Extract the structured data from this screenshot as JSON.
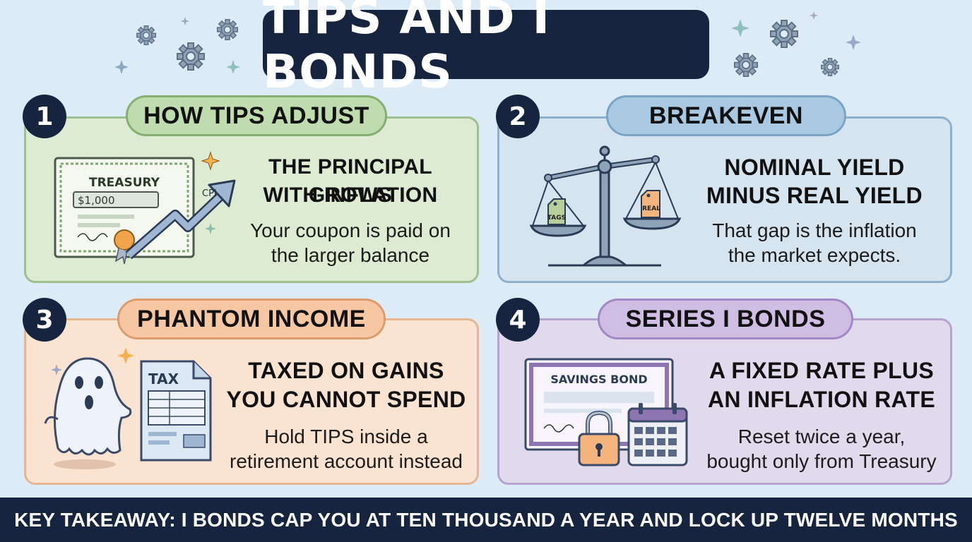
{
  "title": "TIPS AND I BONDS",
  "colors": {
    "navy": "#17243f",
    "green_panel": "#ddebd3",
    "blue_panel": "#d6e4f0",
    "orange_panel": "#fbe3d1",
    "purple_panel": "#e1d9ec"
  },
  "decorations": [
    "gear-icon",
    "sparkle-icon"
  ],
  "panels": [
    {
      "number": "1",
      "label": "HOW TIPS ADJUST",
      "heading_line1": "THE PRINCIPAL GROWS",
      "heading_line2": "WITH INFLATION",
      "body_line1": "Your coupon is paid on",
      "body_line2": "the larger balance",
      "illustration": {
        "icon": "treasury-certificate-icon",
        "cert_title": "TREASURY",
        "cert_amount": "$1,000",
        "arrow_label": "CPI"
      }
    },
    {
      "number": "2",
      "label": "BREAKEVEN",
      "heading_line1": "NOMINAL YIELD",
      "heading_line2": "MINUS REAL YIELD",
      "body_line1": "That gap is the inflation",
      "body_line2": "the market expects.",
      "illustration": {
        "icon": "balance-scale-icon",
        "left_tag": "TAGS",
        "right_tag": "REAL"
      }
    },
    {
      "number": "3",
      "label": "PHANTOM INCOME",
      "heading_line1": "TAXED ON GAINS",
      "heading_line2": "YOU CANNOT SPEND",
      "body_line1": "Hold TIPS inside a",
      "body_line2": "retirement account instead",
      "illustration": {
        "icon": "ghost-icon",
        "doc_title": "TAX"
      }
    },
    {
      "number": "4",
      "label": "SERIES I BONDS",
      "heading_line1": "A FIXED RATE PLUS",
      "heading_line2": "AN INFLATION RATE",
      "body_line1": "Reset twice a year,",
      "body_line2": "bought only from Treasury",
      "illustration": {
        "icon": "savings-bond-icon",
        "bond_title": "SAVINGS BOND"
      }
    }
  ],
  "footer": "KEY TAKEAWAY:  I BONDS CAP YOU AT TEN THOUSAND A YEAR AND LOCK UP TWELVE MONTHS"
}
